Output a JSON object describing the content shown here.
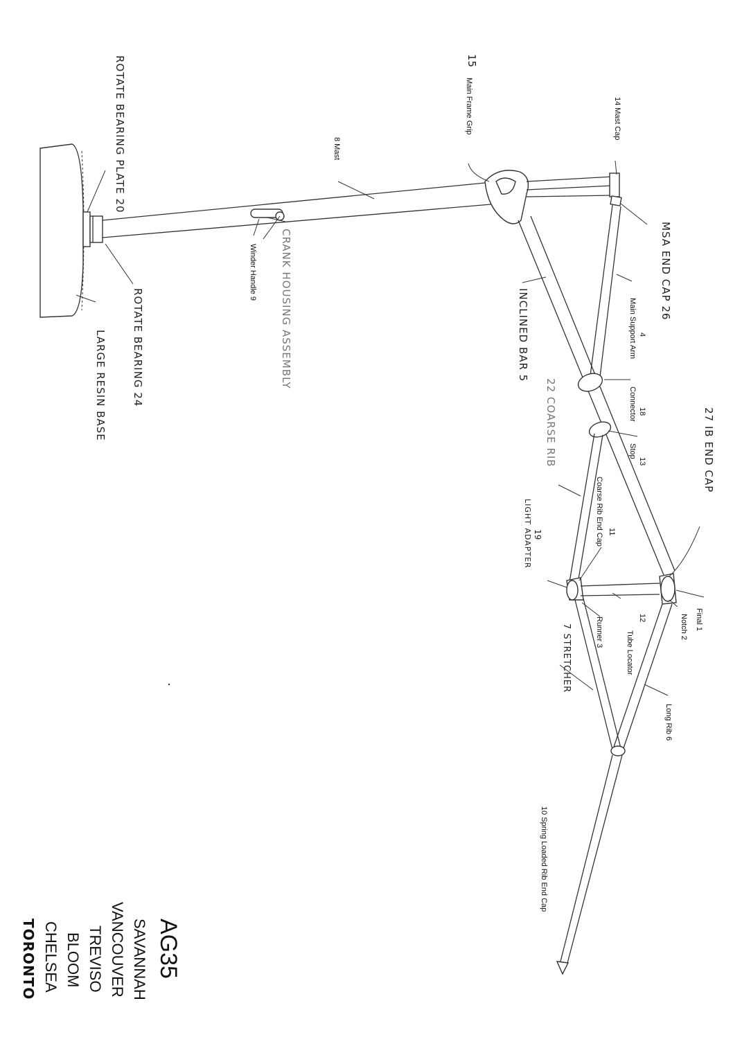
{
  "labels": {
    "main_frame_grip": "Main Frame Grip",
    "mast_cap": "14 Mast Cap",
    "mast": "8 Mast",
    "main_support_arm": "Main Support Arm",
    "main_support_arm_num": "4",
    "connector": "Connector",
    "connector_num": "18",
    "stop": "Stop",
    "stop_num": "13",
    "coarse_rib_end_cap": "Coarse Rib End Cap",
    "coarse_rib_end_cap_num": "11",
    "final": "Final 1",
    "notch": "Notch 2",
    "tube_locator": "Tube Locator",
    "tube_locator_num": "12",
    "runner": "Runner 3",
    "long_rib": "Long Rib 6",
    "spring_loaded_rib_end_cap": "10 Spring Loaded Rib End Cap",
    "winder_handle": "Winder Handle 9"
  },
  "handwritten": {
    "num_15": "15",
    "rotate_bearing_plate": "ROTATE BEARING PLATE 20",
    "rotate_bearing": "ROTATE BEARING 24",
    "large_resin_base": "LARGE RESIN BASE",
    "crank_housing_assembly": "CRANK HOUSING ASSEMBLY",
    "inclined_bar": "INCLINED BAR 5",
    "msa_end_cap": "MSA END CAP 26",
    "ib_end_cap": "27 IB END CAP",
    "coarse_rib": "22 COARSE RIB",
    "light_adapter": "LIGHT ADAPTER",
    "light_adapter_num": "19",
    "stretcher": "7 STRETCHER"
  },
  "models": {
    "code": "AG35",
    "names": [
      "SAVANNAH",
      "VANCOUVER",
      "TREVISO",
      "BLOOM",
      "CHELSEA"
    ],
    "last": "TORONTO"
  }
}
